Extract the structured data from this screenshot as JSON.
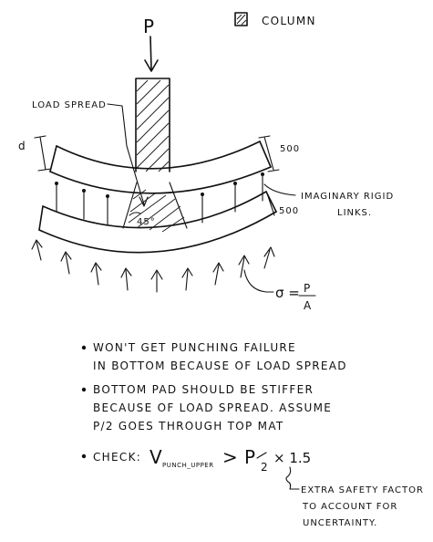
{
  "labels": {
    "load": "P",
    "column_legend": "COLUMN",
    "load_spread": "LOAD SPREAD",
    "thickness_left": "d",
    "thickness_right_top": "500",
    "thickness_right_bottom": "500",
    "spread_angle": "45°",
    "imaginary_links_1": "IMAGINARY RIGID",
    "imaginary_links_2": "LINKS.",
    "pressure_sigma": "σ =",
    "pressure_p": "P",
    "pressure_a": "A"
  },
  "notes": [
    {
      "line1": "WON'T GET PUNCHING FAILURE",
      "line2": "IN BOTTOM BECAUSE OF LOAD SPREAD"
    },
    {
      "line1": "BOTTOM PAD SHOULD BE STIFFER",
      "line2": "BECAUSE OF LOAD SPREAD. ASSUME",
      "line3": "P/2 GOES THROUGH TOP MAT"
    }
  ],
  "check": {
    "label": "CHECK:",
    "v": "V",
    "subscript": "PUNCH_UPPER",
    "gt": ">",
    "p": "P",
    "over2": "2",
    "times": "× 1.5",
    "factor_1": "EXTRA SAFETY FACTOR",
    "factor_2": "TO ACCOUNT FOR",
    "factor_3": "UNCERTAINTY."
  }
}
